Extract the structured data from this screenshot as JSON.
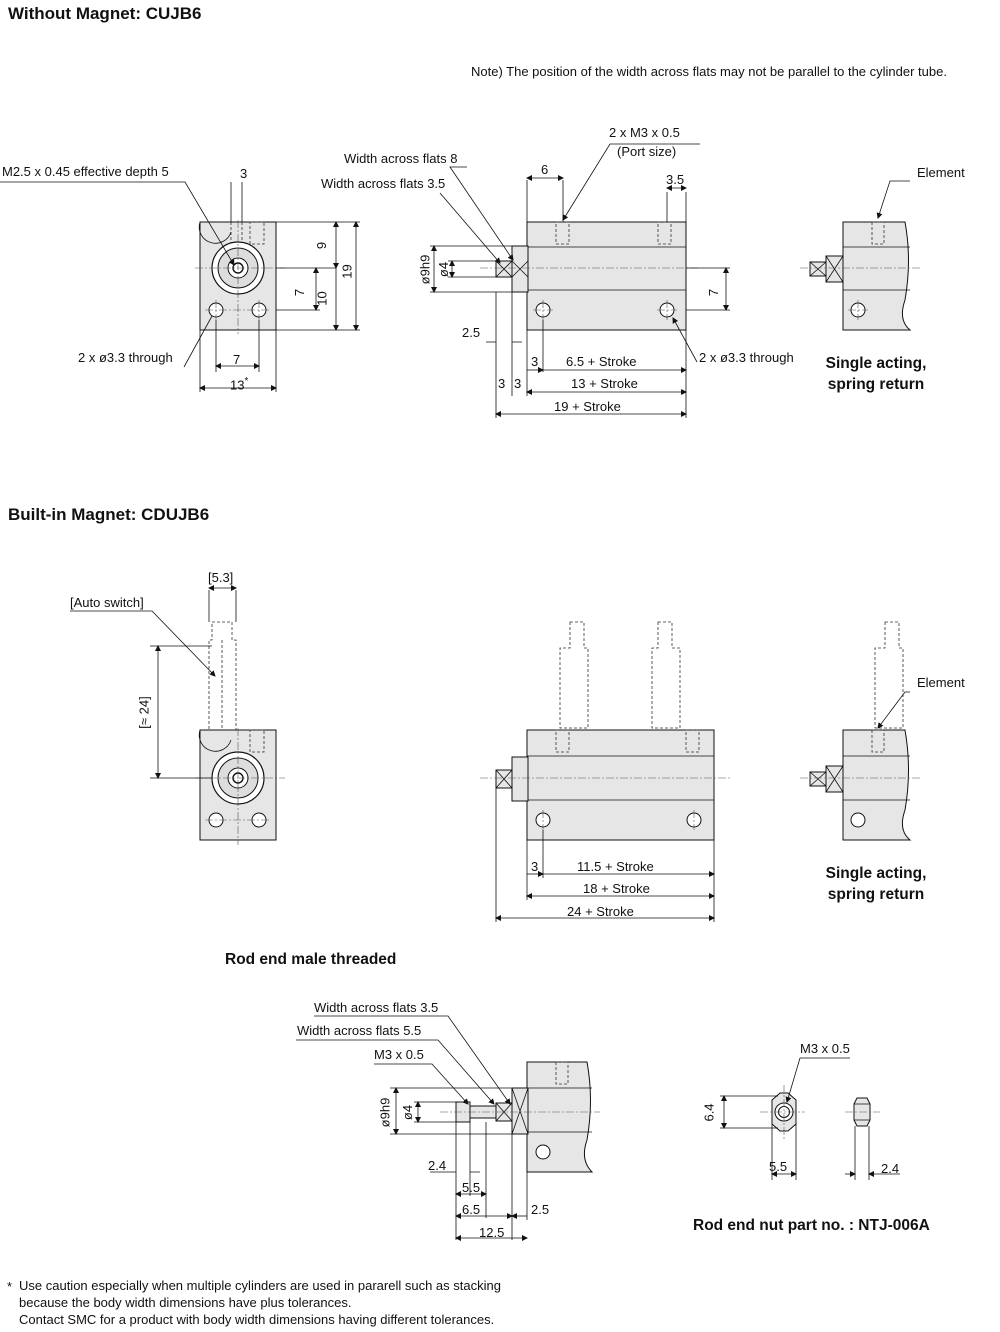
{
  "sections": {
    "without_magnet": {
      "title": "Without Magnet: CUJB6"
    },
    "built_in_magnet": {
      "title": "Built-in Magnet: CDUJB6"
    },
    "rod_end": {
      "title": "Rod end male threaded"
    }
  },
  "notes": {
    "width_flats_parallel": "Note) The position of the width across flats may not be parallel to the cylinder tube."
  },
  "top": {
    "m25": "M2.5 x 0.45 effective depth 5",
    "d3": "3",
    "d9": "9",
    "d19": "19",
    "d7v": "7",
    "d10": "10",
    "through_left": "2 x ø3.3 through",
    "d7h": "7",
    "d13": "13",
    "d13_mark": "*",
    "waf8": "Width across flats 8",
    "waf35": "Width across flats 3.5",
    "d6": "6",
    "port_size_a": "2 x M3 x 0.5",
    "port_size_b": "(Port size)",
    "d35": "3.5",
    "dia9h9": "ø9h9",
    "dia4": "ø4",
    "d7r": "7",
    "d25": "2.5",
    "through_right": "2 x ø3.3 through",
    "d3a": "3",
    "d65s": "6.5 + Stroke",
    "d3b": "3",
    "d3c": "3",
    "d13s": "13 + Stroke",
    "d19s": "19 + Stroke",
    "element": "Element",
    "single_a": "Single acting,",
    "single_b": "spring return"
  },
  "mid": {
    "d53": "[5.3]",
    "auto_switch": "[Auto switch]",
    "d24": "[≈ 24]",
    "element": "Element",
    "d3": "3",
    "d115s": "11.5 + Stroke",
    "d18s": "18 + Stroke",
    "d24s": "24 + Stroke",
    "single_a": "Single acting,",
    "single_b": "spring return"
  },
  "rod": {
    "waf35": "Width across flats 3.5",
    "waf55": "Width across flats 5.5",
    "m3": "M3 x 0.5",
    "dia9h9": "ø9h9",
    "dia4": "ø4",
    "d24": "2.4",
    "d55": "5.5",
    "d65": "6.5",
    "d25": "2.5",
    "d125": "12.5",
    "nut_m3": "M3 x 0.5",
    "nut_d64": "6.4",
    "nut_d55": "5.5",
    "nut_d24": "2.4",
    "nut_part": "Rod end nut part no. : NTJ-006A"
  },
  "footnote": {
    "mark": "*",
    "line1": "Use caution especially when multiple cylinders are used in pararell such as stacking",
    "line2": "because the body width dimensions have plus tolerances.",
    "line3": "Contact SMC for a product with body width dimensions having different tolerances."
  }
}
